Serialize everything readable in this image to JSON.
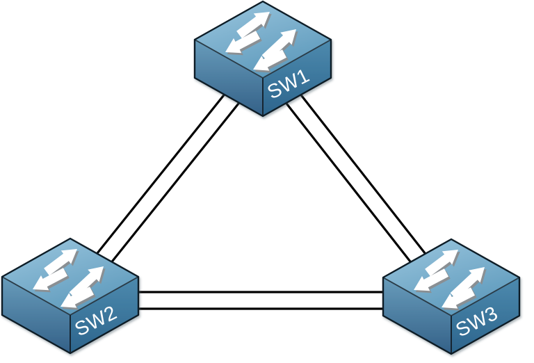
{
  "diagram": {
    "type": "network-topology",
    "background_color": "#ffffff",
    "nodes": [
      {
        "id": "sw1",
        "label": "SW1",
        "device_type": "ethernet-switch",
        "icon": "switch-icon",
        "position": "top-center"
      },
      {
        "id": "sw2",
        "label": "SW2",
        "device_type": "ethernet-switch",
        "icon": "switch-icon",
        "position": "bottom-left"
      },
      {
        "id": "sw3",
        "label": "SW3",
        "device_type": "ethernet-switch",
        "icon": "switch-icon",
        "position": "bottom-right"
      }
    ],
    "links": [
      {
        "from": "SW1",
        "to": "SW2",
        "parallel_lines": 2
      },
      {
        "from": "SW1",
        "to": "SW3",
        "parallel_lines": 2
      },
      {
        "from": "SW2",
        "to": "SW3",
        "parallel_lines": 2
      }
    ],
    "colors": {
      "link": "#000000",
      "label_text": "#ffffff",
      "icon_top_light": "#9cc7df",
      "icon_top_dark": "#5e9abc",
      "icon_left_light": "#689cbb",
      "icon_left_dark": "#336087",
      "icon_right_light": "#4d8aae",
      "icon_right_dark": "#2c648c",
      "icon_outline": "#0f1d26",
      "arrow": "#ffffff",
      "arrow_shadow": "#8a8f93"
    }
  }
}
